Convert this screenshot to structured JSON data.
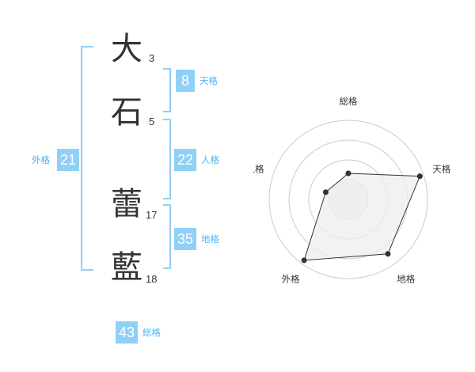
{
  "name": {
    "characters": [
      {
        "char": "大",
        "strokes": "3"
      },
      {
        "char": "石",
        "strokes": "5"
      },
      {
        "char": "蕾",
        "strokes": "17"
      },
      {
        "char": "藍",
        "strokes": "18"
      }
    ]
  },
  "kaku": {
    "tenkaku": {
      "value": "8",
      "label": "天格"
    },
    "jinkaku": {
      "value": "22",
      "label": "人格"
    },
    "chikaku": {
      "value": "35",
      "label": "地格"
    },
    "gaikaku": {
      "value": "21",
      "label": "外格"
    },
    "soukaku": {
      "value": "43",
      "label": "総格"
    }
  },
  "colors": {
    "accent": "#8fd0f7",
    "accent_text": "#4fb3ee",
    "bracket": "#8fd0f7",
    "radar_fill": "#eeeeee",
    "radar_line": "#333333"
  },
  "chart_data": {
    "type": "radar",
    "axes": [
      "総格",
      "天格",
      "地格",
      "外格",
      "人格"
    ],
    "rings": 4,
    "series": [
      {
        "values": [
          0.33,
          0.95,
          0.85,
          0.95,
          0.3
        ]
      }
    ],
    "range": [
      0,
      1
    ]
  }
}
